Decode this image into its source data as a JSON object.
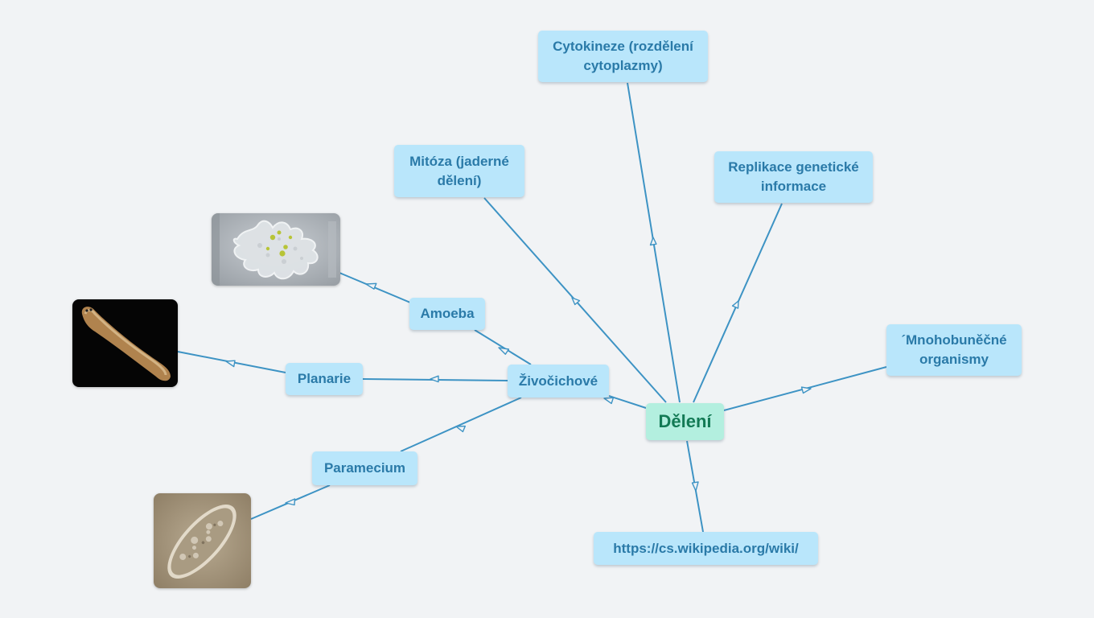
{
  "root": {
    "label": "Dělení"
  },
  "topics": {
    "cytokineze": "Cytokineze (rozdělení cytoplazmy)",
    "mitoza": "Mitóza (jaderné dělení)",
    "replikace": "Replikace genetické informace",
    "mnohobunecne": "´Mnohobuněčné organismy",
    "zivocichove": "Živočichové",
    "link": "https://cs.wikipedia.org/wiki/",
    "amoeba": "Amoeba",
    "planarie": "Planarie",
    "paramecium": "Paramecium"
  },
  "images": [
    "amoeba-photo",
    "planaria-photo",
    "paramecium-photo"
  ],
  "colors": {
    "background": "#f1f3f5",
    "topic_fill": "#b9e6fb",
    "topic_text": "#2a7aa8",
    "root_fill": "#b3efdf",
    "root_text": "#137a55",
    "connector": "#3d93c4"
  }
}
